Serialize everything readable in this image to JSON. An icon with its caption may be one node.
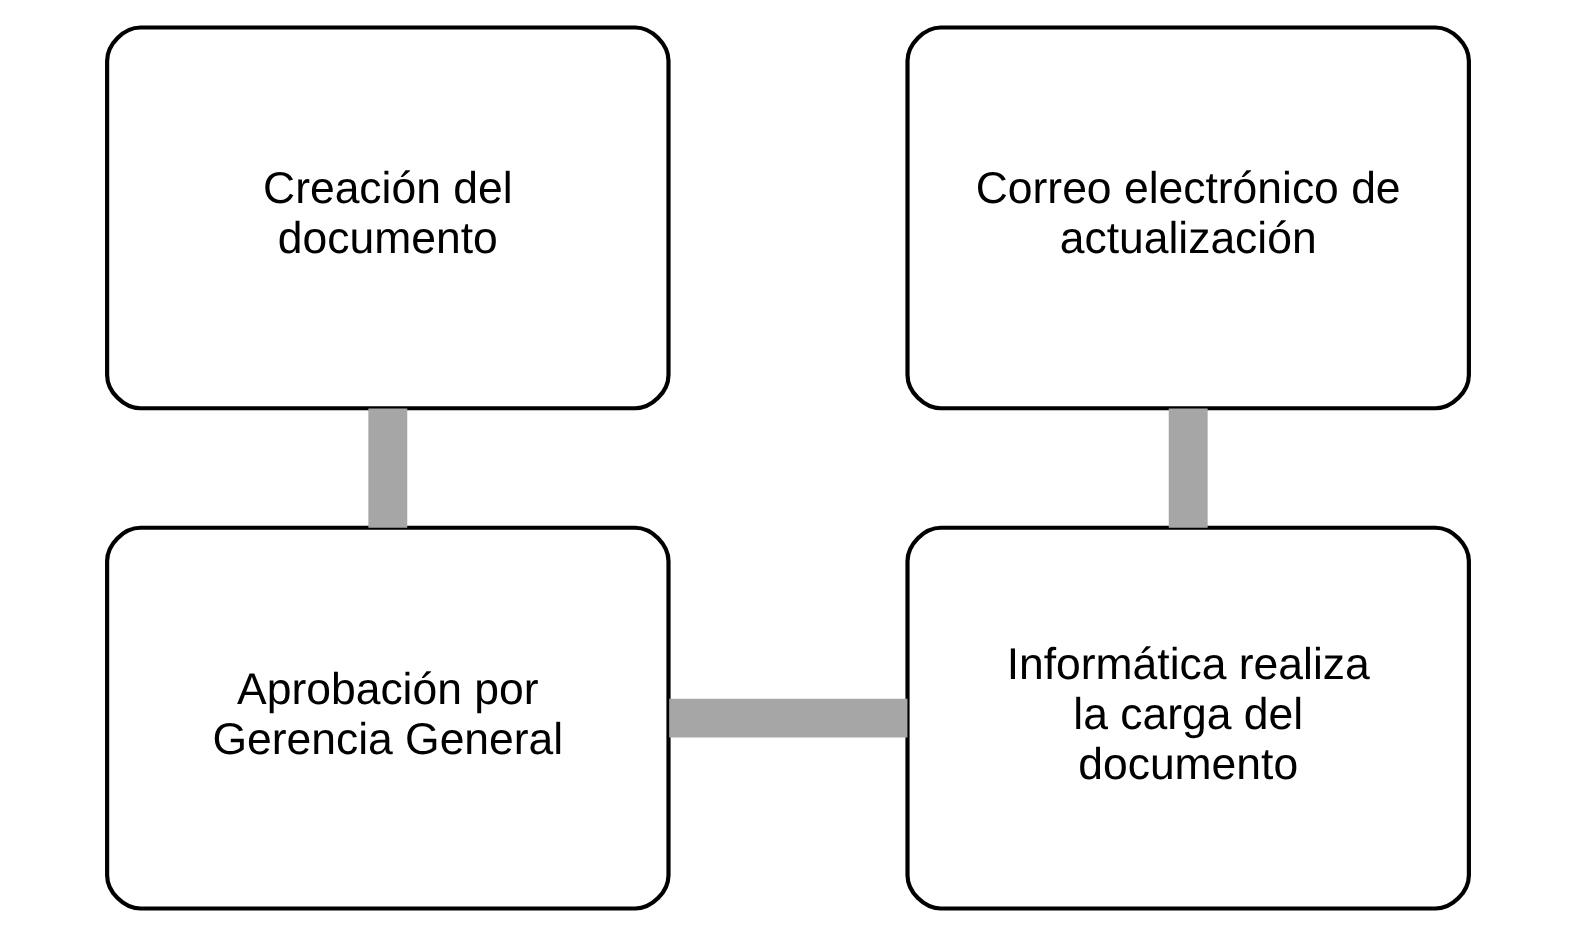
{
  "diagram": {
    "nodes": [
      {
        "text": [
          "Creación del documento"
        ]
      },
      {
        "text": [
          "Aprobación por Gerencia General"
        ]
      },
      {
        "text": [
          "Informática realiza la carga del documento"
        ]
      },
      {
        "text": [
          "Correo electrónico de actualización"
        ]
      }
    ],
    "edges": [
      {
        "from": 0,
        "to": 1,
        "arrow": "none"
      },
      {
        "from": 1,
        "to": 2,
        "arrow": "none"
      },
      {
        "from": 2,
        "to": 3,
        "arrow": "none"
      }
    ]
  }
}
